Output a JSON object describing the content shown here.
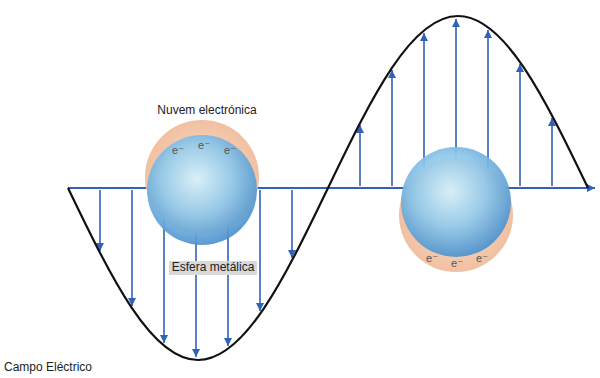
{
  "diagram": {
    "labels": [
      "Nuvem electrónica",
      "e⁻",
      "e⁻",
      "e⁻",
      "Esfera metálica",
      "e⁻",
      "e⁻",
      "e⁻",
      "Campo Eléctrico"
    ]
  }
}
